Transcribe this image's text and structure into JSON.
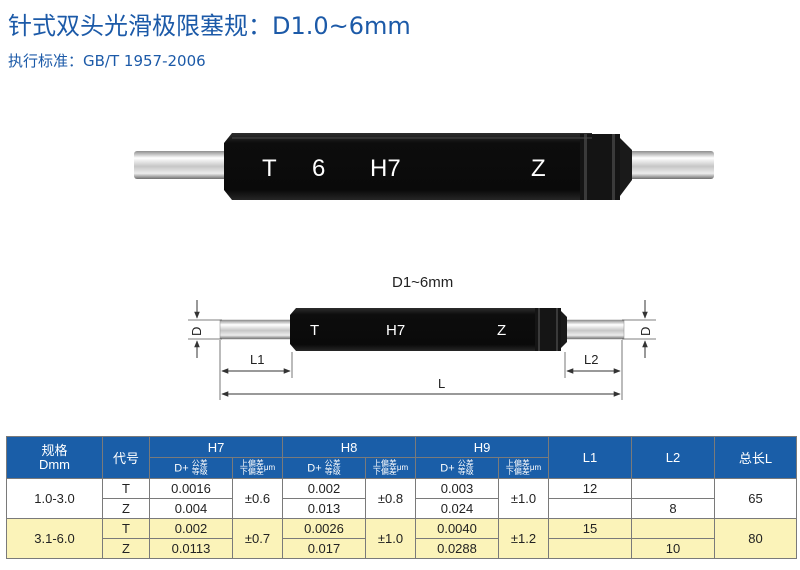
{
  "header": {
    "title": "针式双头光滑极限塞规：D1.0~6mm",
    "standard": "执行标准：GB/T 1957-2006"
  },
  "gauge_photo": {
    "labels": [
      "T",
      "6",
      "H7",
      "Z"
    ]
  },
  "diagram": {
    "title": "D1~6mm",
    "handle_labels": [
      "T",
      "H7",
      "Z"
    ],
    "dim_d": "D",
    "dim_l1": "L1",
    "dim_l2": "L2",
    "dim_l": "L"
  },
  "table": {
    "head": {
      "spec": "规格",
      "spec_unit": "Dmm",
      "code": "代号",
      "h7": "H7",
      "h8": "H8",
      "h9": "H9",
      "l1": "L1",
      "l2": "L2",
      "total": "总长L",
      "dplus": "D+",
      "tol_grade_1": "公差",
      "tol_grade_2": "等级",
      "dev_1": "上偏差",
      "dev_2": "下偏差",
      "dev_unit": "μm"
    },
    "groups": [
      {
        "spec": "1.0-3.0",
        "l1": "12",
        "l2": "8",
        "total": "65",
        "h7_dev": "±0.6",
        "h8_dev": "±0.8",
        "h9_dev": "±1.0",
        "rows": [
          {
            "code": "T",
            "h7": "0.0016",
            "h8": "0.002",
            "h9": "0.003"
          },
          {
            "code": "Z",
            "h7": "0.004",
            "h8": "0.013",
            "h9": "0.024"
          }
        ]
      },
      {
        "spec": "3.1-6.0",
        "l1": "15",
        "l2": "10",
        "total": "80",
        "h7_dev": "±0.7",
        "h8_dev": "±1.0",
        "h9_dev": "±1.2",
        "rows": [
          {
            "code": "T",
            "h7": "0.002",
            "h8": "0.0026",
            "h9": "0.0040"
          },
          {
            "code": "Z",
            "h7": "0.0113",
            "h8": "0.017",
            "h9": "0.0288"
          }
        ]
      }
    ]
  }
}
